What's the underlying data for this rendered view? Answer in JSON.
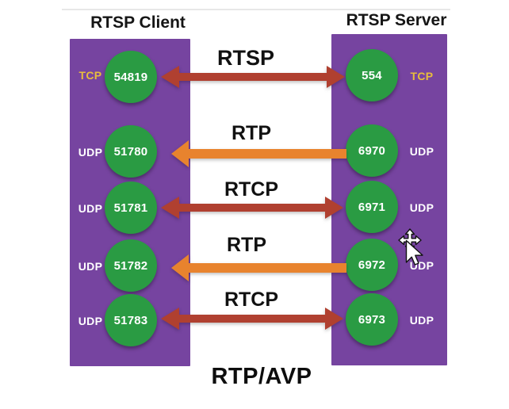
{
  "diagram": {
    "client": {
      "title": "RTSP Client",
      "ports": [
        {
          "protocol": "TCP",
          "port": "54819"
        },
        {
          "protocol": "UDP",
          "port": "51780"
        },
        {
          "protocol": "UDP",
          "port": "51781"
        },
        {
          "protocol": "UDP",
          "port": "51782"
        },
        {
          "protocol": "UDP",
          "port": "51783"
        }
      ]
    },
    "server": {
      "title": "RTSP Server",
      "ports": [
        {
          "protocol": "TCP",
          "port": "554"
        },
        {
          "protocol": "UDP",
          "port": "6970"
        },
        {
          "protocol": "UDP",
          "port": "6971"
        },
        {
          "protocol": "UDP",
          "port": "6972"
        },
        {
          "protocol": "UDP",
          "port": "6973"
        }
      ]
    },
    "connections": [
      {
        "label": "RTSP",
        "direction": "bidirectional",
        "color": "#b04030"
      },
      {
        "label": "RTP",
        "direction": "to-client",
        "color": "#e8832e"
      },
      {
        "label": "RTCP",
        "direction": "bidirectional",
        "color": "#b04030"
      },
      {
        "label": "RTP",
        "direction": "to-client",
        "color": "#e8832e"
      },
      {
        "label": "RTCP",
        "direction": "bidirectional",
        "color": "#b04030"
      }
    ],
    "footer": "RTP/AVP",
    "cursor_icon": "move-pointer-cursor",
    "colors": {
      "box": "#7644a0",
      "circle": "#2a9b43",
      "red_arrow": "#b04030",
      "orange_arrow": "#e8832e",
      "protocol": {
        "TCP": "#e8bd3c",
        "UDP": "#ffffff"
      }
    }
  }
}
